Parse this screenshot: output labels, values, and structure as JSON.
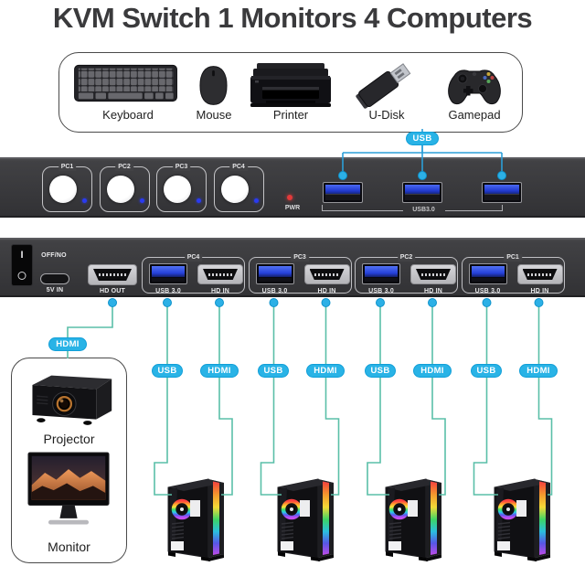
{
  "title": "KVM Switch 1 Monitors 4 Computers",
  "peripherals_box": {
    "bus_label": "USB",
    "items": [
      {
        "label": "Keyboard"
      },
      {
        "label": "Mouse"
      },
      {
        "label": "Printer"
      },
      {
        "label": "U-Disk"
      },
      {
        "label": "Gamepad"
      }
    ]
  },
  "kvm_top_panel": {
    "pc_buttons": [
      {
        "label": "PC1"
      },
      {
        "label": "PC2"
      },
      {
        "label": "PC3"
      },
      {
        "label": "PC4"
      }
    ],
    "power_led_label": "PWR",
    "usb_group_label": "USB3.0"
  },
  "kvm_front_panel": {
    "power_switch": {
      "label": "OFF/NO",
      "on_symbol": "I"
    },
    "dc_in_label": "5V IN",
    "hdmi_out_label": "HD OUT",
    "pc_groups": [
      {
        "name": "PC4",
        "usb_label": "USB 3.0",
        "hdmi_label": "HD IN"
      },
      {
        "name": "PC3",
        "usb_label": "USB 3.0",
        "hdmi_label": "HD IN"
      },
      {
        "name": "PC2",
        "usb_label": "USB 3.0",
        "hdmi_label": "HD IN"
      },
      {
        "name": "PC1",
        "usb_label": "USB 3.0",
        "hdmi_label": "HD IN"
      }
    ]
  },
  "cables": {
    "display_out_label": "HDMI",
    "pc_links": [
      {
        "usb_label": "USB",
        "hdmi_label": "HDMI"
      },
      {
        "usb_label": "USB",
        "hdmi_label": "HDMI"
      },
      {
        "usb_label": "USB",
        "hdmi_label": "HDMI"
      },
      {
        "usb_label": "USB",
        "hdmi_label": "HDMI"
      }
    ]
  },
  "display_devices": {
    "projector_label": "Projector",
    "monitor_label": "Monitor"
  },
  "computers": {
    "count": 4
  },
  "colors": {
    "accent_cyan": "#29b3e6",
    "cable_teal": "#5abfa8",
    "cable_blue": "#2b9fd9",
    "panel_gray": "#3a3a3d",
    "led_red": "#e23a3a",
    "led_blue": "#2a3bf0",
    "usb_port_blue": "#2f4ce0"
  }
}
